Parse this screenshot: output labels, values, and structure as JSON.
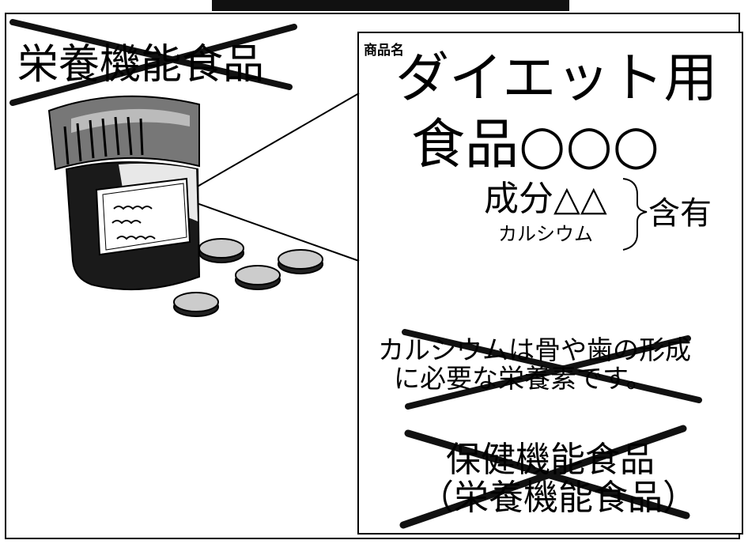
{
  "top_left_crossed_title": "栄養機能食品",
  "callout": {
    "product_name_label": "商品名",
    "product_name_line1": "ダイエット用",
    "product_name_line2": "食品○○○",
    "component_main": "成分△△",
    "component_sub": "カルシウム",
    "contains_label": "含有",
    "crossed_claim_line1": "カルシウムは骨や歯の形成",
    "crossed_claim_line2": "に必要な栄養素です。",
    "crossed_label_line1": "保健機能食品",
    "crossed_label_line2": "（栄養機能食品）"
  },
  "colors": {
    "ink": "#000000",
    "background": "#ffffff",
    "top_bar": "#111111"
  },
  "illustration": {
    "subject": "supplement-bottle-with-tablets",
    "tablet_count": 4
  }
}
